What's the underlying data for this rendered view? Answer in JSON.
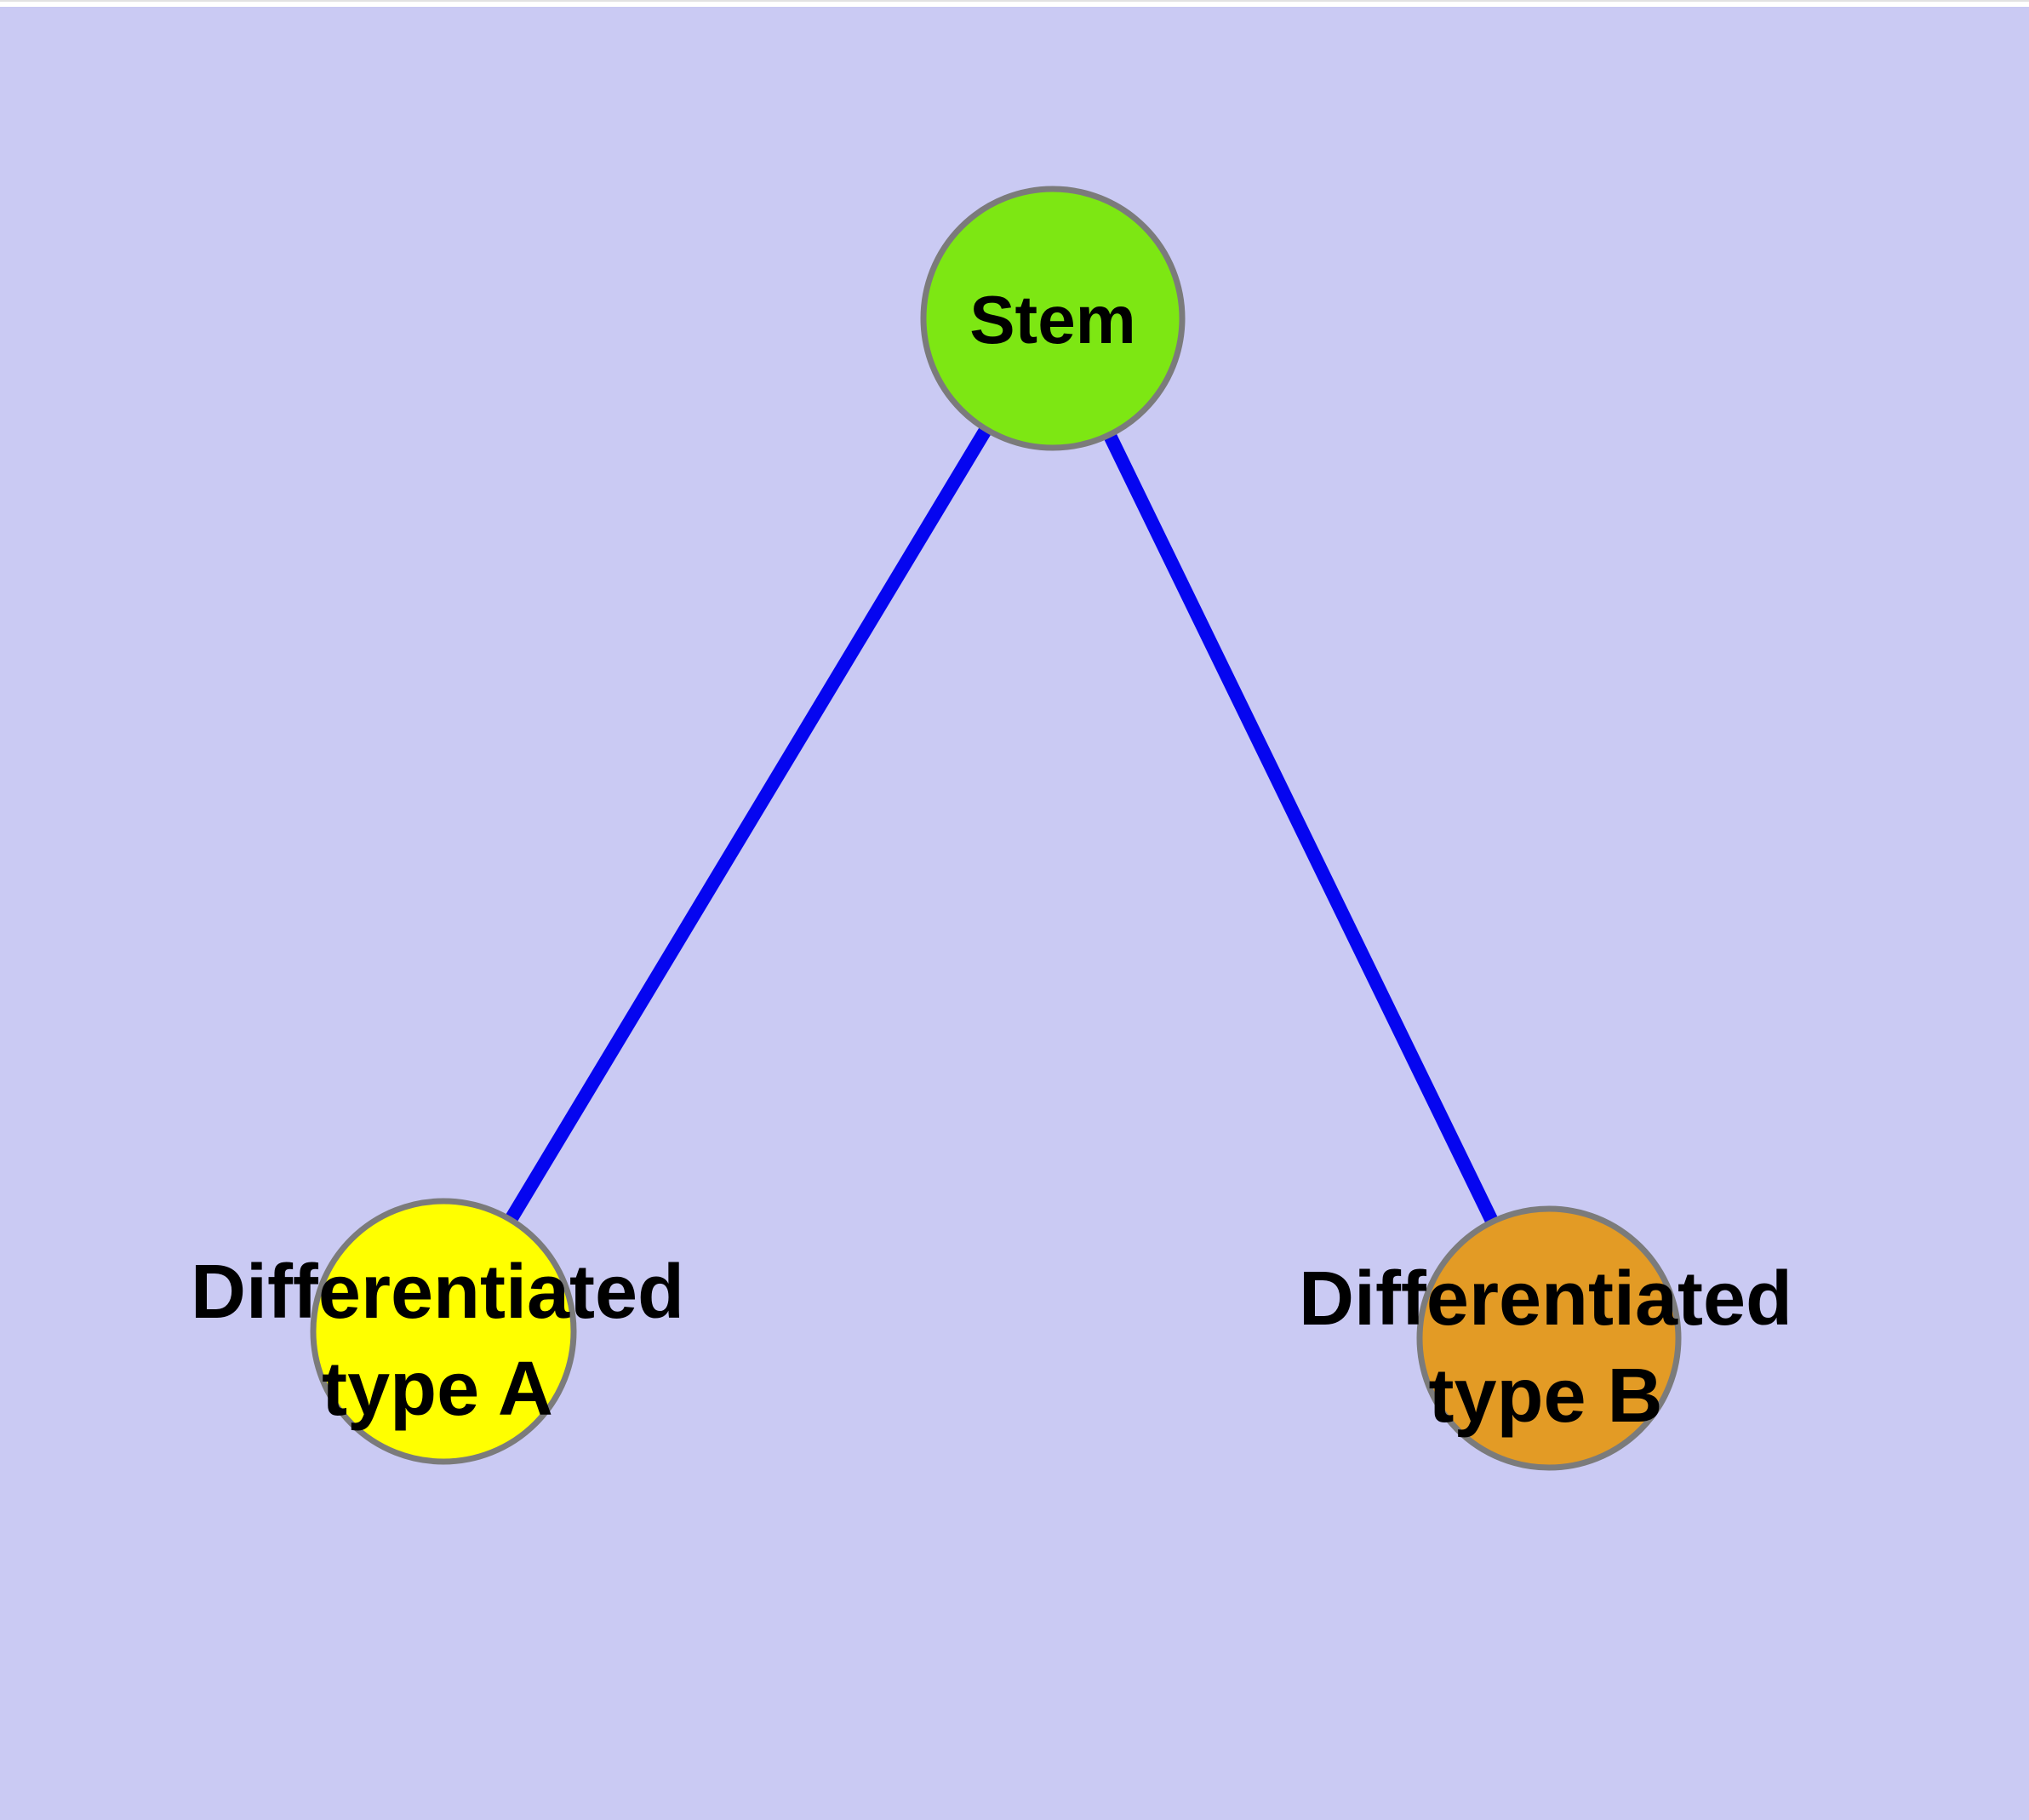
{
  "diagram": {
    "type": "graph",
    "background_color": "#cacaf3",
    "top_strip_color": "#ffffff",
    "top_strip_edge_color": "#e2e2e2",
    "edge_color": "#0505f0",
    "node_border_color": "#7b7b7b",
    "label_color": "#000000",
    "nodes": [
      {
        "id": "stem",
        "label": "Stem",
        "fill": "#7de713"
      },
      {
        "id": "differentiated-type-a",
        "label": "Differentiated type A",
        "label_lines": [
          "Differentiated",
          "type A"
        ],
        "fill": "#ffff00"
      },
      {
        "id": "differentiated-type-b",
        "label": "Differentiated type B",
        "label_lines": [
          "Differentiated",
          "type B"
        ],
        "fill": "#e39b25"
      }
    ],
    "edges": [
      {
        "from": "Stem",
        "to": "Differentiated type A"
      },
      {
        "from": "Stem",
        "to": "Differentiated type B"
      }
    ]
  }
}
